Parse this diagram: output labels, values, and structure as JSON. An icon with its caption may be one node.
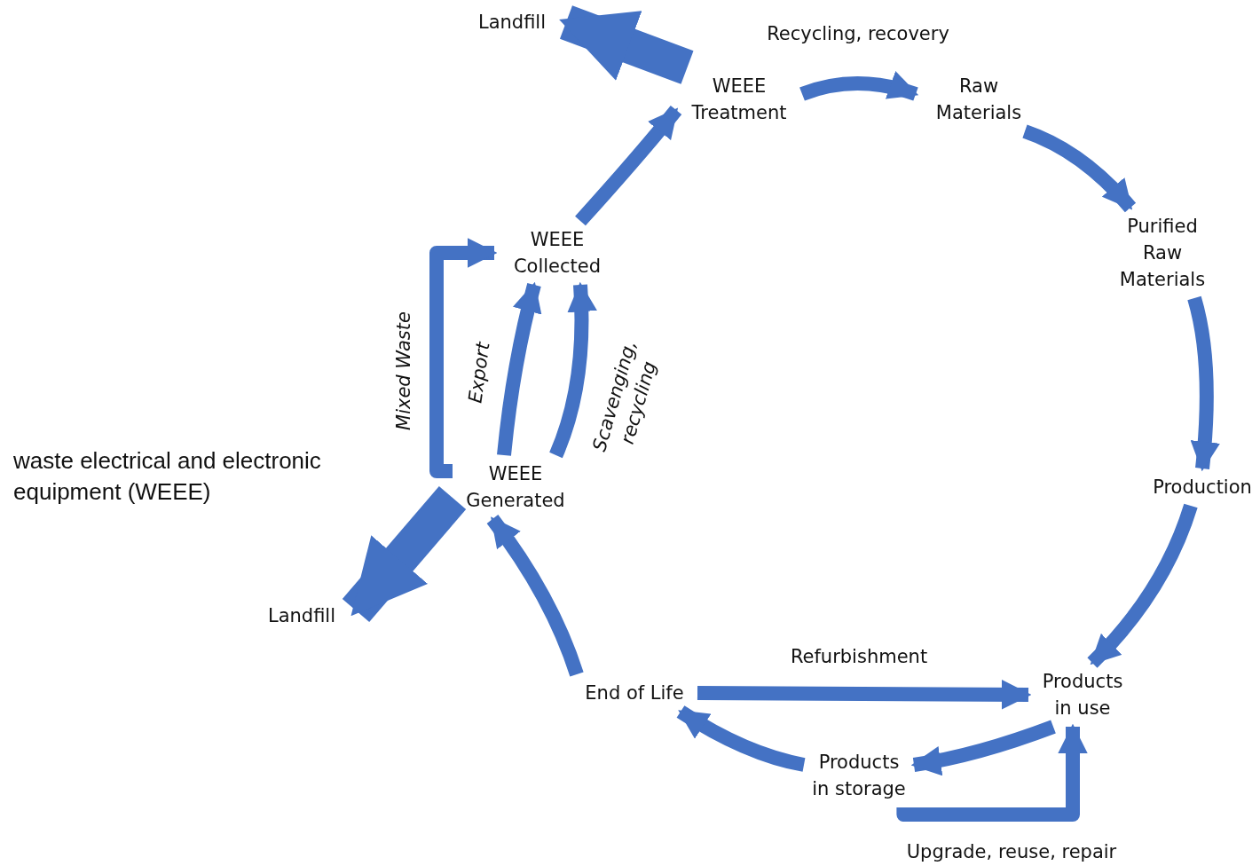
{
  "diagram": {
    "nodes": [
      {
        "text": [
          "Landfill"
        ]
      },
      {
        "text": [
          "WEEE Treatment"
        ]
      },
      {
        "text": [
          "Raw Materials"
        ]
      },
      {
        "text": [
          "Purified Raw Materials"
        ]
      },
      {
        "text": [
          "Production"
        ]
      },
      {
        "text": [
          "Products in use"
        ]
      },
      {
        "text": [
          "Products in storage"
        ]
      },
      {
        "text": [
          "End of Life"
        ]
      },
      {
        "text": [
          "WEEE Generated"
        ]
      },
      {
        "text": [
          "Landfill"
        ]
      },
      {
        "text": [
          "WEEE Collected"
        ]
      }
    ],
    "edges": [
      {
        "from": 1,
        "to": 0,
        "arrow": "to",
        "style": "thick"
      },
      {
        "from": 1,
        "to": 2,
        "arrow": "to",
        "label": "Recycling, recovery"
      },
      {
        "from": 2,
        "to": 3,
        "arrow": "to"
      },
      {
        "from": 3,
        "to": 4,
        "arrow": "to"
      },
      {
        "from": 4,
        "to": 5,
        "arrow": "to"
      },
      {
        "from": 5,
        "to": 6,
        "arrow": "to"
      },
      {
        "from": 6,
        "to": 7,
        "arrow": "to"
      },
      {
        "from": 7,
        "to": 5,
        "arrow": "to",
        "label": "Refurbishment"
      },
      {
        "from": 6,
        "to": 5,
        "arrow": "to",
        "label": "Upgrade, reuse, repair"
      },
      {
        "from": 7,
        "to": 8,
        "arrow": "to"
      },
      {
        "from": 8,
        "to": 9,
        "arrow": "to",
        "style": "thick"
      },
      {
        "from": 8,
        "to": 10,
        "arrow": "to",
        "label": "Export"
      },
      {
        "from": 8,
        "to": 10,
        "arrow": "to",
        "label": "Scavenging, recycling"
      },
      {
        "from": 8,
        "to": 10,
        "arrow": "to",
        "label": "Mixed Waste"
      },
      {
        "from": 10,
        "to": 1,
        "arrow": "to"
      }
    ],
    "labels": [
      "waste electrical and electronic equipment (WEEE)"
    ]
  }
}
